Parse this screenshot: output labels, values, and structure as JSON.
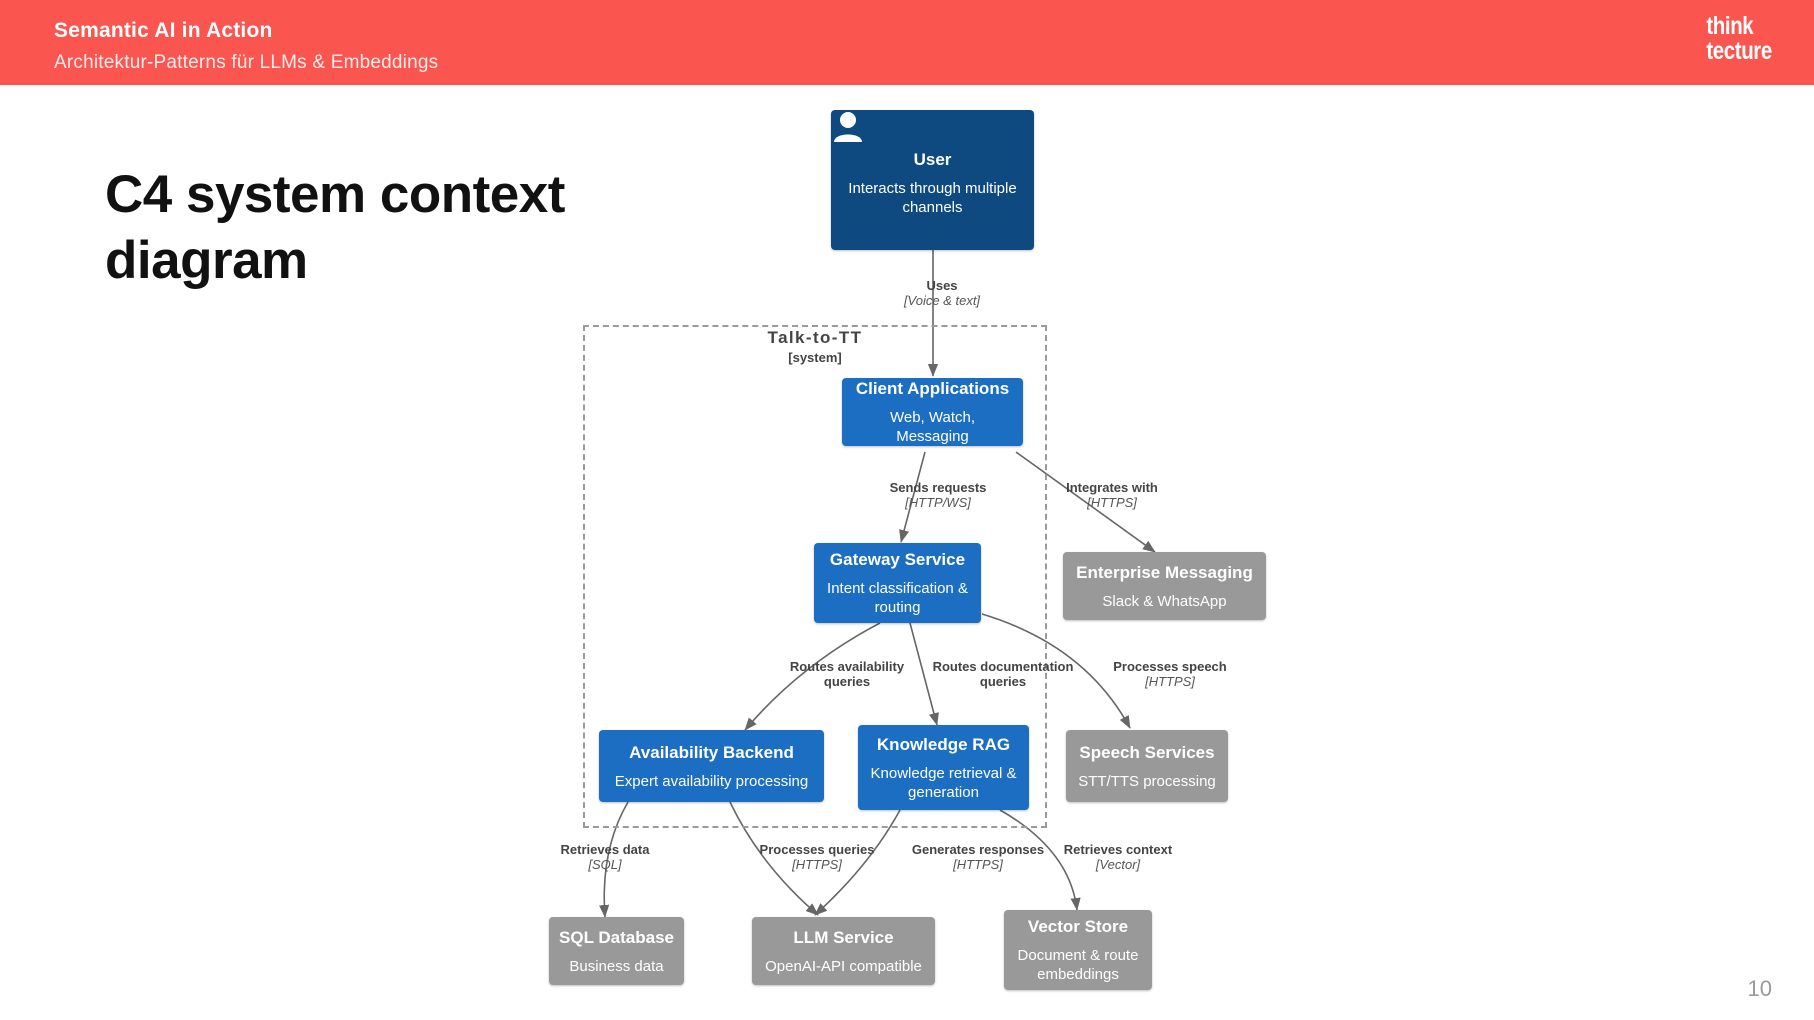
{
  "header": {
    "title": "Semantic AI in Action",
    "subtitle": "Architektur-Patterns für LLMs & Embeddings",
    "logo_line1": "think",
    "logo_line2": "tecture",
    "accent_color": "#fa554f"
  },
  "slide": {
    "title": "C4 system context diagram",
    "page_number": "10"
  },
  "boundary": {
    "name": "Talk-to-TT",
    "type": "[system]"
  },
  "nodes": {
    "user": {
      "title": "User",
      "desc": "Interacts through multiple channels",
      "kind": "person",
      "color": "#0e4a80"
    },
    "client": {
      "title": "Client Applications",
      "desc": "Web, Watch, Messaging",
      "kind": "internal",
      "color": "#1b6ec2"
    },
    "gateway": {
      "title": "Gateway Service",
      "desc": "Intent classification & routing",
      "kind": "internal",
      "color": "#1b6ec2"
    },
    "messaging": {
      "title": "Enterprise Messaging",
      "desc": "Slack & WhatsApp",
      "kind": "external",
      "color": "#999999"
    },
    "availability": {
      "title": "Availability Backend",
      "desc": "Expert availability processing",
      "kind": "internal",
      "color": "#1b6ec2"
    },
    "rag": {
      "title": "Knowledge RAG",
      "desc": "Knowledge retrieval & generation",
      "kind": "internal",
      "color": "#1b6ec2"
    },
    "speech": {
      "title": "Speech Services",
      "desc": "STT/TTS processing",
      "kind": "external",
      "color": "#999999"
    },
    "sql": {
      "title": "SQL Database",
      "desc": "Business data",
      "kind": "external",
      "color": "#999999"
    },
    "llm": {
      "title": "LLM Service",
      "desc": "OpenAI-API compatible",
      "kind": "external",
      "color": "#999999"
    },
    "vector": {
      "title": "Vector Store",
      "desc": "Document & route embeddings",
      "kind": "external",
      "color": "#999999"
    }
  },
  "edges": [
    {
      "id": "uses",
      "label": "Uses",
      "tech": "[Voice & text]"
    },
    {
      "id": "sends-requests",
      "label": "Sends requests",
      "tech": "[HTTP/WS]"
    },
    {
      "id": "integrates-with",
      "label": "Integrates with",
      "tech": "[HTTPS]"
    },
    {
      "id": "routes-avail",
      "label": "Routes availability queries",
      "tech": ""
    },
    {
      "id": "routes-docs",
      "label": "Routes documentation queries",
      "tech": ""
    },
    {
      "id": "processes-speech",
      "label": "Processes speech",
      "tech": "[HTTPS]"
    },
    {
      "id": "retrieves-data",
      "label": "Retrieves data",
      "tech": "[SQL]"
    },
    {
      "id": "processes-queries",
      "label": "Processes queries",
      "tech": "[HTTPS]"
    },
    {
      "id": "generates-resp",
      "label": "Generates responses",
      "tech": "[HTTPS]"
    },
    {
      "id": "retrieves-ctx",
      "label": "Retrieves context",
      "tech": "[Vector]"
    }
  ]
}
